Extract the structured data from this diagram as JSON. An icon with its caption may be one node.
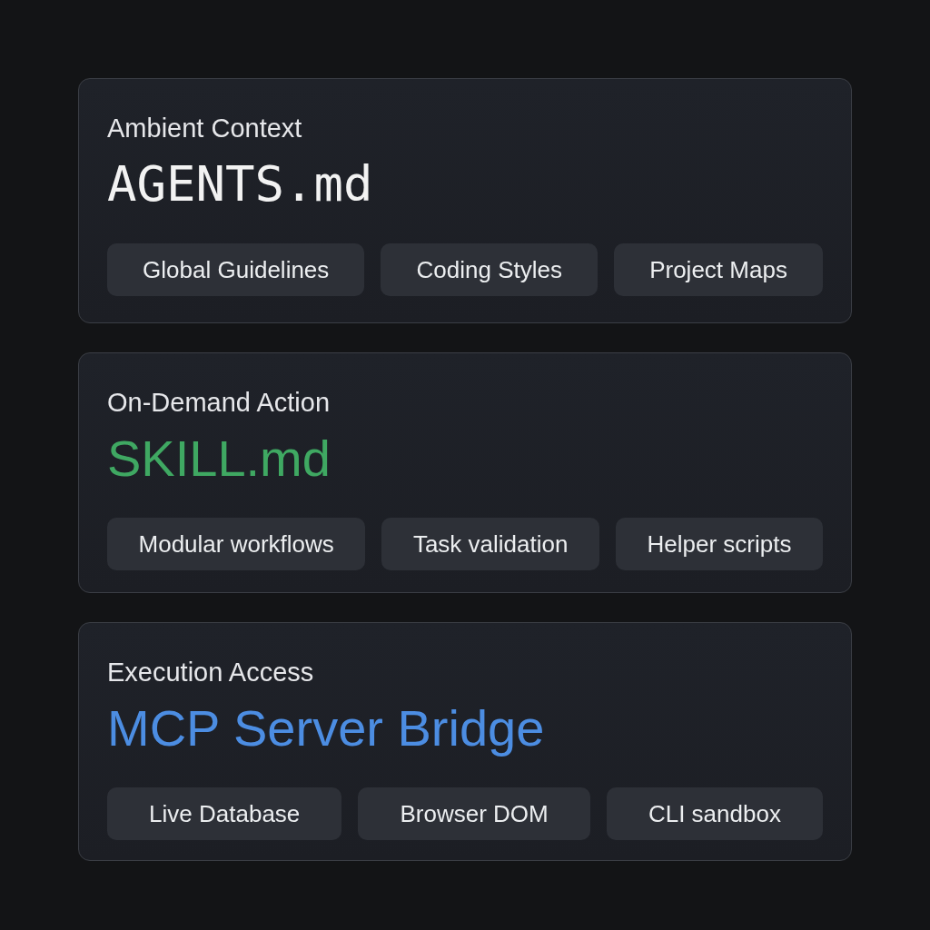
{
  "diagram": {
    "nodes": [
      {
        "text": [
          "Ambient Context",
          "AGENTS.md"
        ]
      },
      {
        "text": [
          "Global Guidelines"
        ],
        "in": 0
      },
      {
        "text": [
          "Coding Styles"
        ],
        "in": 0
      },
      {
        "text": [
          "Project Maps"
        ],
        "in": 0
      },
      {
        "text": [
          "On-Demand Action",
          "SKILL.md"
        ]
      },
      {
        "text": [
          "Modular workflows"
        ],
        "in": 4
      },
      {
        "text": [
          "Task validation"
        ],
        "in": 4
      },
      {
        "text": [
          "Helper scripts"
        ],
        "in": 4
      },
      {
        "text": [
          "Execution Access",
          "MCP Server Bridge"
        ]
      },
      {
        "text": [
          "Live Database"
        ],
        "in": 8
      },
      {
        "text": [
          "Browser DOM"
        ],
        "in": 8
      },
      {
        "text": [
          "CLI sandbox"
        ],
        "in": 8
      }
    ]
  }
}
